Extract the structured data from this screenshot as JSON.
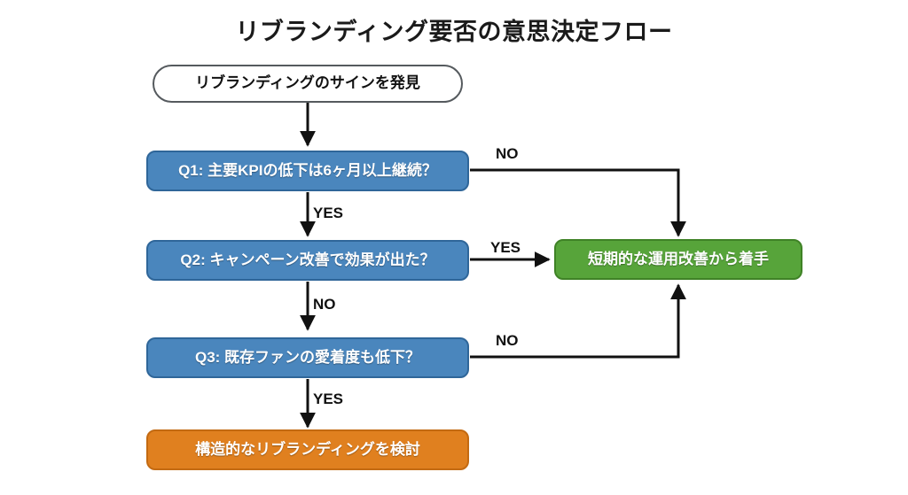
{
  "page": {
    "title": "リブランディング要否の意思決定フロー",
    "background_color": "#ffffff"
  },
  "colors": {
    "decision_fill": "#4a86bd",
    "decision_border": "#2f6699",
    "outcome_green_fill": "#57a43a",
    "outcome_green_border": "#3f8226",
    "outcome_orange_fill": "#e0801f",
    "outcome_orange_border": "#c36a12",
    "start_border": "#555a5e",
    "edge_color": "#111111",
    "title_color": "#1a1a1a"
  },
  "nodes": {
    "start": {
      "label": "リブランディングのサインを発見",
      "shape": "pill",
      "kind": "start"
    },
    "q1": {
      "label": "Q1: 主要KPIの低下は6ヶ月以上継続？",
      "shape": "rounded-rect",
      "kind": "decision"
    },
    "q2": {
      "label": "Q2: キャンペーン改善で効果が出た？",
      "shape": "rounded-rect",
      "kind": "decision"
    },
    "q3": {
      "label": "Q3: 既存ファンの愛着度も低下？",
      "shape": "rounded-rect",
      "kind": "decision"
    },
    "short_term": {
      "label": "短期的な運用改善から着手",
      "shape": "rounded-rect",
      "kind": "outcome-green"
    },
    "rebrand": {
      "label": "構造的なリブランディングを検討",
      "shape": "rounded-rect",
      "kind": "outcome-orange"
    }
  },
  "edges": [
    {
      "id": "start-to-q1",
      "from": "start",
      "to": "q1",
      "label": ""
    },
    {
      "id": "q1-no",
      "from": "q1",
      "to": "short_term",
      "label": "NO"
    },
    {
      "id": "q1-yes",
      "from": "q1",
      "to": "q2",
      "label": "YES"
    },
    {
      "id": "q2-yes",
      "from": "q2",
      "to": "short_term",
      "label": "YES"
    },
    {
      "id": "q2-no",
      "from": "q2",
      "to": "q3",
      "label": "NO"
    },
    {
      "id": "q3-no",
      "from": "q3",
      "to": "short_term",
      "label": "NO"
    },
    {
      "id": "q3-yes",
      "from": "q3",
      "to": "rebrand",
      "label": "YES"
    }
  ],
  "edge_labels": {
    "q1_no": "NO",
    "q1_yes": "YES",
    "q2_yes": "YES",
    "q2_no": "NO",
    "q3_no": "NO",
    "q3_yes": "YES"
  }
}
